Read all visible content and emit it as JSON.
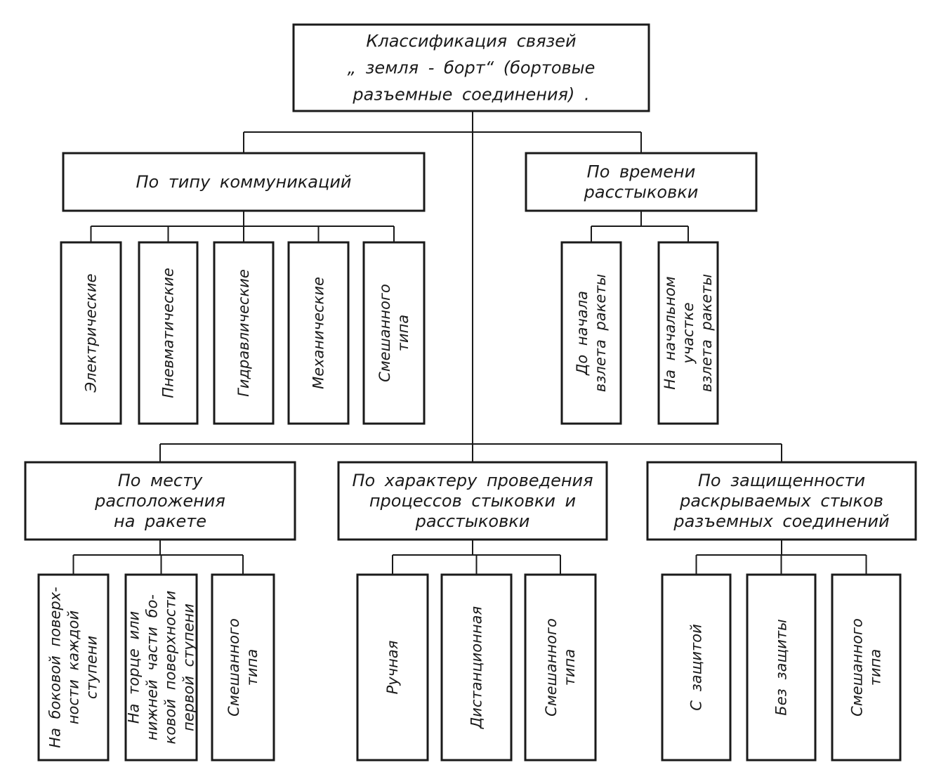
{
  "root": {
    "lines": [
      "Классификация связей",
      "„ земля - борт“ (бортовые",
      "разъемные соединения) ."
    ]
  },
  "categories": [
    {
      "id": "comm-type",
      "lines": [
        "По типу коммуникаций"
      ],
      "children": [
        {
          "lines": [
            "Электрические"
          ]
        },
        {
          "lines": [
            "Пневматические"
          ]
        },
        {
          "lines": [
            "Гидравлические"
          ]
        },
        {
          "lines": [
            "Механические"
          ]
        },
        {
          "lines": [
            "Смешанного",
            "типа"
          ]
        }
      ]
    },
    {
      "id": "undock-time",
      "lines": [
        "По времени",
        "расстыковки"
      ],
      "children": [
        {
          "lines": [
            "До начала",
            "взлета ракеты"
          ]
        },
        {
          "lines": [
            "На начальном",
            "участке",
            "взлета ракеты"
          ]
        }
      ]
    },
    {
      "id": "location",
      "lines": [
        "По месту",
        "расположения",
        "на ракете"
      ],
      "children": [
        {
          "lines": [
            "На боковой поверх-",
            "ности каждой",
            "ступени"
          ]
        },
        {
          "lines": [
            "На торце или",
            "нижней части бо-",
            "ковой поверхности",
            "первой ступени"
          ]
        },
        {
          "lines": [
            "Смешанного",
            "типа"
          ]
        }
      ]
    },
    {
      "id": "process-nature",
      "lines": [
        "По характеру проведения",
        "процессов стыковки и",
        "расстыковки"
      ],
      "children": [
        {
          "lines": [
            "Ручная"
          ]
        },
        {
          "lines": [
            "Дистанционная"
          ]
        },
        {
          "lines": [
            "Смешанного",
            "типа"
          ]
        }
      ]
    },
    {
      "id": "protection",
      "lines": [
        "По защищенности",
        "раскрываемых стыков",
        "разъемных соединений"
      ],
      "children": [
        {
          "lines": [
            "С защитой"
          ]
        },
        {
          "lines": [
            "Без защиты"
          ]
        },
        {
          "lines": [
            "Смешанного",
            "типа"
          ]
        }
      ]
    }
  ]
}
